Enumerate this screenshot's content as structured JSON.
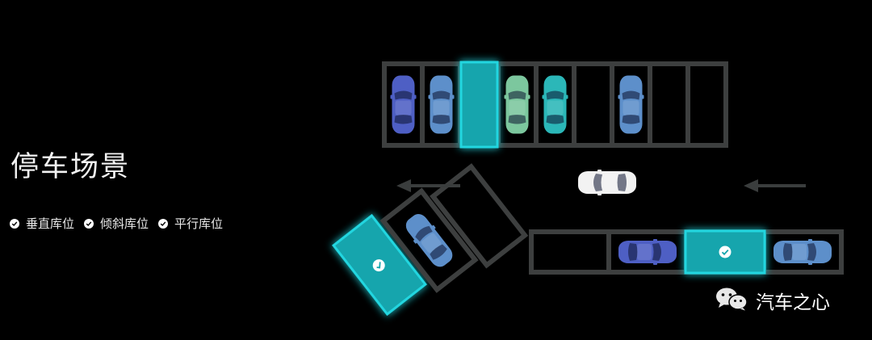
{
  "title": "停车场景",
  "options": [
    {
      "label": "垂直库位"
    },
    {
      "label": "倾斜库位"
    },
    {
      "label": "平行库位"
    }
  ],
  "brand": {
    "name": "汽车之心",
    "icon": "wechat-icon"
  },
  "colors": {
    "background": "#000000",
    "line": "#3d3f3f",
    "target": "#14a5ad",
    "glow": "#22d6e0",
    "car_blue": "#4e5fc4",
    "car_lightblue": "#5d8fca",
    "car_green": "#7cc79e",
    "car_teal": "#2bb7b8",
    "car_white": "#f2f2f2"
  },
  "scene": {
    "vertical_slots": {
      "count": 9,
      "target_index": 2,
      "cars": [
        {
          "slot": 0,
          "color": "car_blue"
        },
        {
          "slot": 1,
          "color": "car_lightblue"
        },
        {
          "slot": 3,
          "color": "car_green"
        },
        {
          "slot": 4,
          "color": "car_teal"
        },
        {
          "slot": 6,
          "color": "car_lightblue"
        }
      ]
    },
    "parallel_slots": {
      "count": 4,
      "target_index": 2,
      "cars": [
        {
          "slot": 1,
          "color": "car_blue"
        },
        {
          "slot": 3,
          "color": "car_lightblue"
        }
      ]
    },
    "angled_slots": {
      "count": 3,
      "target_index": 0,
      "cars": [
        {
          "slot": 1,
          "color": "car_lightblue"
        }
      ]
    },
    "ego_car": {
      "color": "car_white",
      "direction": "left"
    },
    "arrows": {
      "count": 2,
      "direction": "left"
    }
  }
}
